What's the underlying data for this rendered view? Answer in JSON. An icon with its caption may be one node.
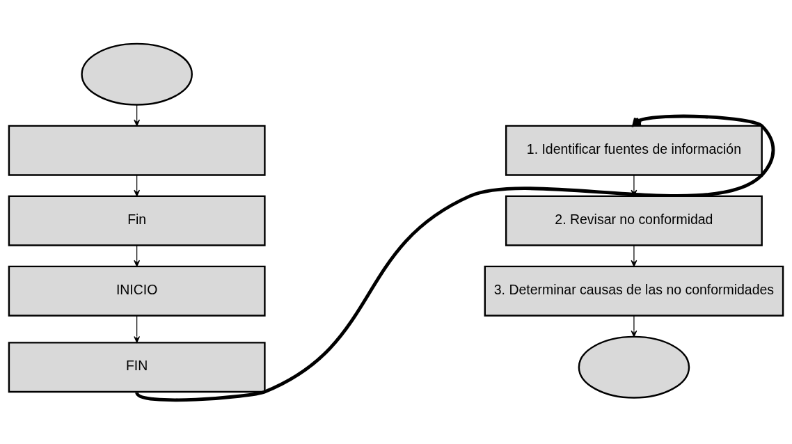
{
  "diagram": {
    "nodes": [
      {
        "text": [],
        "shape": "ellipse"
      },
      {
        "text": [],
        "shape": "box"
      },
      {
        "text": [
          "Fin"
        ]
      },
      {
        "text": [
          "INICIO"
        ]
      },
      {
        "text": [
          "FIN"
        ]
      },
      {
        "text": [
          "1. Identificar fuentes de información"
        ]
      },
      {
        "text": [
          "2. Revisar no conformidad"
        ]
      },
      {
        "text": [
          "3. Determinar causas de las no conformidades"
        ]
      },
      {
        "text": [],
        "shape": "ellipse"
      }
    ],
    "edges": [
      {
        "from": 0,
        "to": 1,
        "arrow": "to"
      },
      {
        "from": 1,
        "to": 2,
        "arrow": "to"
      },
      {
        "from": 2,
        "to": 3,
        "arrow": "to"
      },
      {
        "from": 3,
        "to": 4,
        "arrow": "to"
      },
      {
        "from": 4,
        "to": 5,
        "arrow": "to",
        "style": "thick"
      },
      {
        "from": 5,
        "to": 6,
        "arrow": "to"
      },
      {
        "from": 6,
        "to": 7,
        "arrow": "to"
      },
      {
        "from": 7,
        "to": 8,
        "arrow": "to"
      }
    ]
  }
}
